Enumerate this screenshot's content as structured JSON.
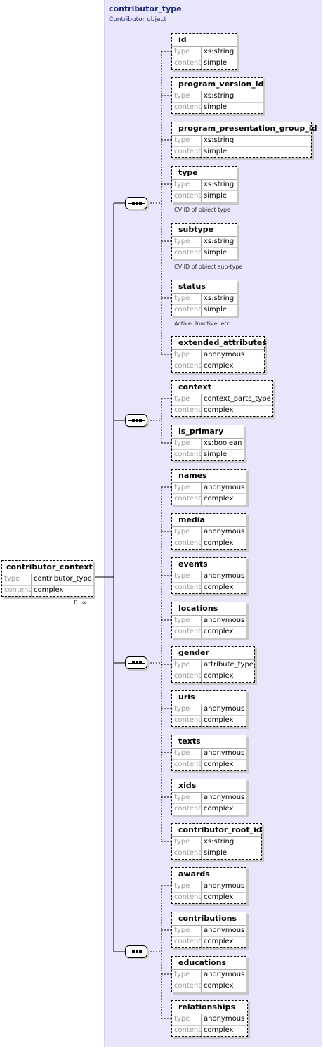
{
  "diagram": {
    "type_panel": {
      "name": "contributor_type",
      "description": "Contributor object"
    },
    "root": {
      "name": "contributor_context",
      "type": "contributor_type",
      "content": "complex",
      "cardinality": "0..∞"
    },
    "labels": {
      "type": "type",
      "content": "content"
    },
    "groups": [
      {
        "children": [
          {
            "name": "id",
            "type": "xs:string",
            "content": "simple"
          },
          {
            "name": "program_version_id",
            "type": "xs:string",
            "content": "simple"
          },
          {
            "name": "program_presentation_group_id",
            "type": "xs:string",
            "content": "simple"
          },
          {
            "name": "type",
            "type": "xs:string",
            "content": "simple",
            "doc": "CV ID of object type"
          },
          {
            "name": "subtype",
            "type": "xs:string",
            "content": "simple",
            "doc": "CV ID of object sub-type"
          },
          {
            "name": "status",
            "type": "xs:string",
            "content": "simple",
            "doc": "Active, Inactive, etc."
          },
          {
            "name": "extended_attributes",
            "type": "anonymous",
            "content": "complex"
          }
        ]
      },
      {
        "children": [
          {
            "name": "context",
            "type": "context_parts_type",
            "content": "complex"
          },
          {
            "name": "is_primary",
            "type": "xs:boolean",
            "content": "simple"
          }
        ]
      },
      {
        "children": [
          {
            "name": "names",
            "type": "anonymous",
            "content": "complex"
          },
          {
            "name": "media",
            "type": "anonymous",
            "content": "complex"
          },
          {
            "name": "events",
            "type": "anonymous",
            "content": "complex"
          },
          {
            "name": "locations",
            "type": "anonymous",
            "content": "complex"
          },
          {
            "name": "gender",
            "type": "attribute_type",
            "content": "complex"
          },
          {
            "name": "uris",
            "type": "anonymous",
            "content": "complex"
          },
          {
            "name": "texts",
            "type": "anonymous",
            "content": "complex"
          },
          {
            "name": "xids",
            "type": "anonymous",
            "content": "complex"
          },
          {
            "name": "contributor_root_id",
            "type": "xs:string",
            "content": "simple"
          }
        ]
      },
      {
        "children": [
          {
            "name": "awards",
            "type": "anonymous",
            "content": "complex"
          },
          {
            "name": "contributions",
            "type": "anonymous",
            "content": "complex"
          },
          {
            "name": "educations",
            "type": "anonymous",
            "content": "complex"
          },
          {
            "name": "relationships",
            "type": "anonymous",
            "content": "complex"
          }
        ]
      }
    ]
  }
}
